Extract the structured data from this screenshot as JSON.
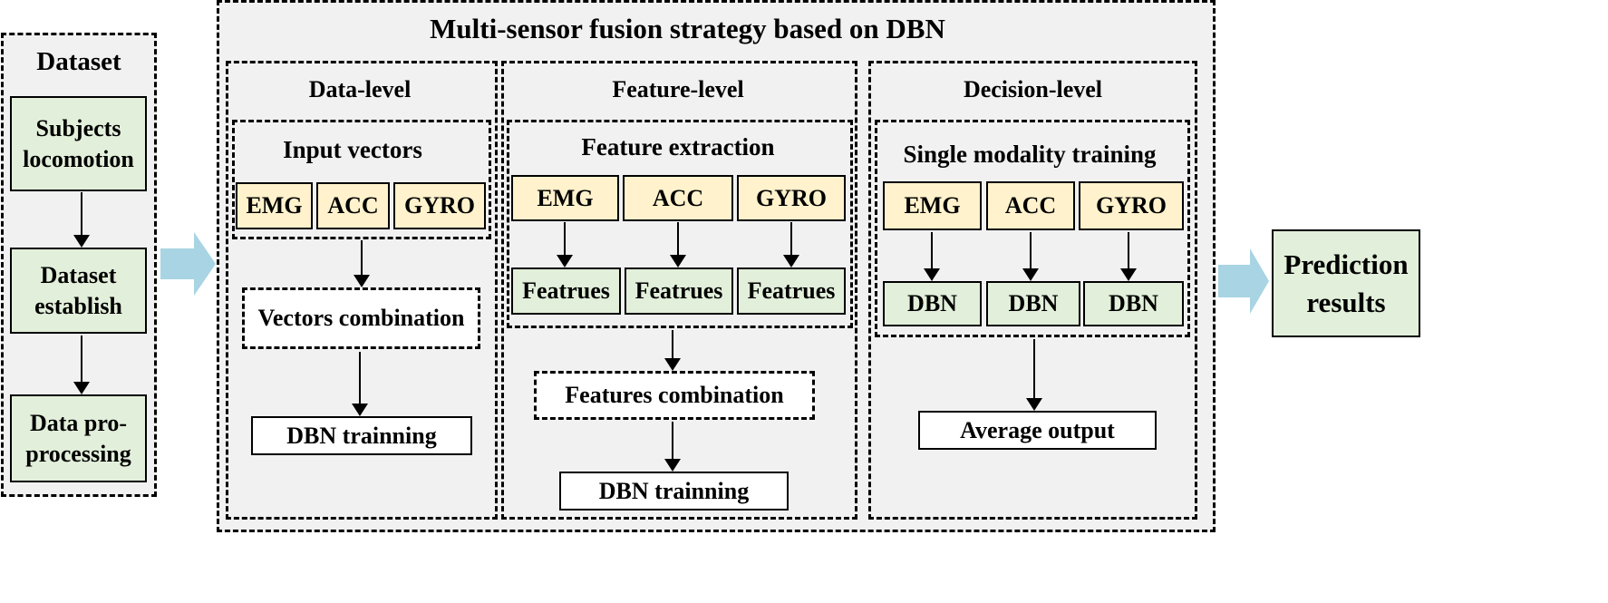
{
  "dataset": {
    "title": "Dataset",
    "steps": [
      "Subjects locomotion",
      "Dataset establish",
      "Data pro-processing"
    ]
  },
  "fusion": {
    "title": "Multi-sensor fusion strategy based on DBN",
    "data_level": {
      "title": "Data-level",
      "input_title": "Input vectors",
      "sensors": [
        "EMG",
        "ACC",
        "GYRO"
      ],
      "combination": "Vectors combination",
      "training": "DBN trainning"
    },
    "feature_level": {
      "title": "Feature-level",
      "extraction_title": "Feature extraction",
      "sensors": [
        "EMG",
        "ACC",
        "GYRO"
      ],
      "features": [
        "Featrues",
        "Featrues",
        "Featrues"
      ],
      "combination": "Features combination",
      "training": "DBN trainning"
    },
    "decision_level": {
      "title": "Decision-level",
      "training_title": "Single modality training",
      "sensors": [
        "EMG",
        "ACC",
        "GYRO"
      ],
      "models": [
        "DBN",
        "DBN",
        "DBN"
      ],
      "output": "Average output"
    }
  },
  "result": {
    "label": "Prediction results"
  },
  "colors": {
    "green_fill": "#e2efda",
    "yellow_fill": "#fff2cc",
    "panel_fill": "#f1f1f1",
    "flow_arrow": "#a8d4e3"
  }
}
